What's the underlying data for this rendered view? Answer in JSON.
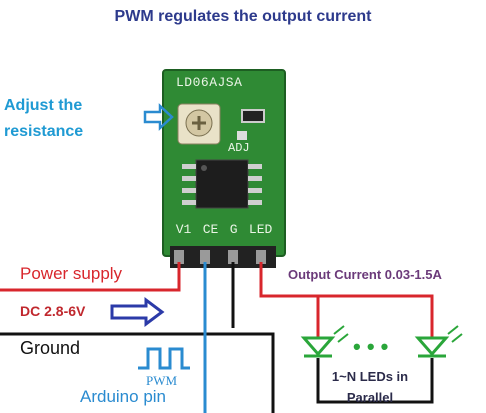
{
  "header": {
    "title": "PWM regulates the output current"
  },
  "labels": {
    "adjust": "Adjust the resistance",
    "power_supply": "Power supply",
    "dc_voltage": "DC 2.8-6V",
    "ground": "Ground",
    "pwm": "PWM",
    "arduino_pin": "Arduino pin",
    "output_current": "Output Current 0.03-1.5A",
    "leds": "1~N LEDs in Parallel",
    "dots": "• • •"
  },
  "module": {
    "name": "LD06AJSA",
    "adj_label": "ADJ",
    "pins": [
      "V1",
      "CE",
      "G",
      "LED"
    ]
  },
  "colors": {
    "title": "#2d3a8c",
    "board": "#2f8a34",
    "power_wire": "#d8262c",
    "pwm_wire": "#2a8bd0",
    "ground_wire": "#111111",
    "led": "#2aa63a",
    "arrow": "#2b3aa8"
  },
  "icons": [
    "potentiometer-icon",
    "hollow-arrow-icon",
    "led-icon",
    "pwm-waveform-icon"
  ]
}
